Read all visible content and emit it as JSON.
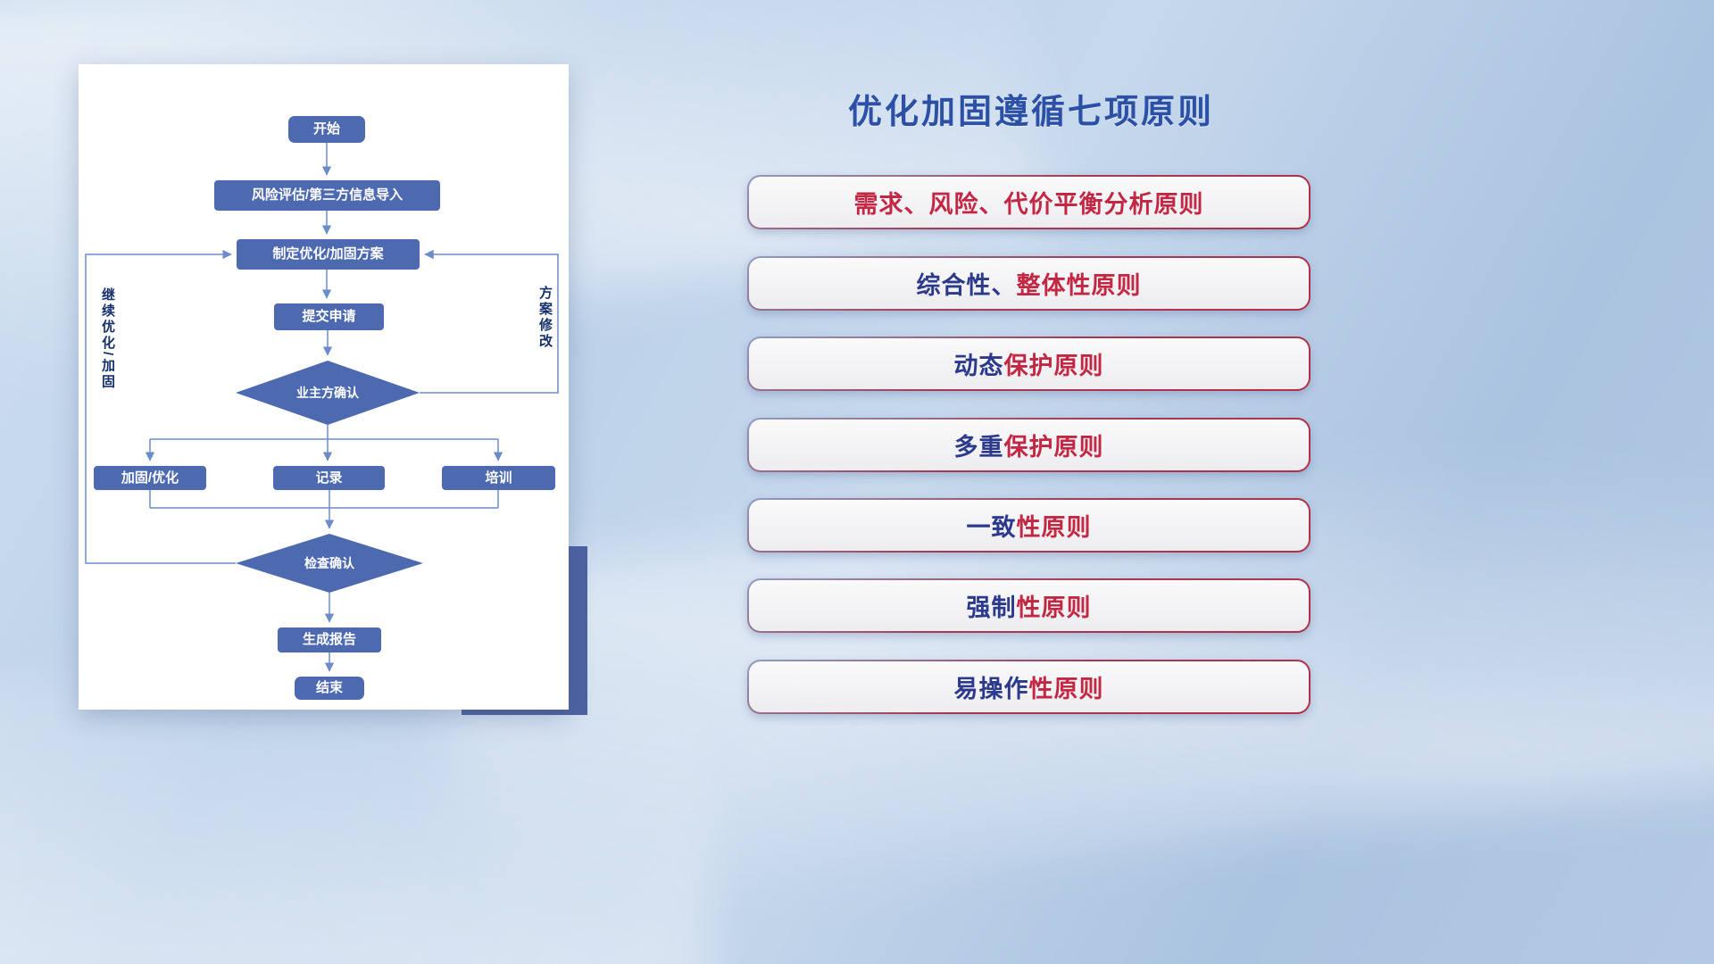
{
  "flowchart": {
    "nodes": {
      "start": "开始",
      "risk_import": "风险评估/第三方信息导入",
      "make_plan": "制定优化/加固方案",
      "submit": "提交申请",
      "owner_confirm": "业主方确认",
      "reinforce": "加固/优化",
      "record": "记录",
      "training": "培训",
      "check_confirm": "检查确认",
      "report": "生成报告",
      "end": "结束"
    },
    "loop_labels": {
      "left": "继续优化/加固",
      "right": "方案修改"
    },
    "colors": {
      "node_fill": "#4d6ab1",
      "node_text": "#ffffff",
      "line": "#6b8cc9",
      "label_text": "#16306b"
    }
  },
  "panel": {
    "title": "优化加固遵循七项原则",
    "title_color": "#2b50a5",
    "text_blue": "#2c3a8c",
    "text_red": "#c22843",
    "principles": [
      {
        "part_blue": "",
        "part_red": "需求、风险、代价平衡分析原则"
      },
      {
        "part_blue": "综合性、",
        "part_red": "整体性原则"
      },
      {
        "part_blue": "动态",
        "part_red": "保护原则"
      },
      {
        "part_blue": "多重",
        "part_red": "保护原则"
      },
      {
        "part_blue": "一致",
        "part_red": "性原则"
      },
      {
        "part_blue": "强制",
        "part_red": "性原则"
      },
      {
        "part_blue": "易操作",
        "part_red": "性原则"
      }
    ]
  }
}
